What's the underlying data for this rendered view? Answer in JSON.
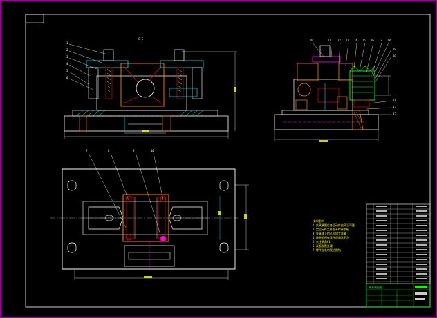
{
  "drawing": {
    "section_label": "C-C",
    "notes_title": "技术要求",
    "notes": [
      "1.夹具装配后各运动件应灵活可靠",
      "2.定位元件工作面不得有划痕",
      "3.夹具体上的孔应加工准确",
      "4.装配前所有零件须清洗干净",
      "5.未注倒角C1",
      "6.表面发黑处理",
      "7.零件去毛刺锐边倒钝"
    ],
    "title_block_name": "夹具装配图",
    "colors": {
      "background": "#000000",
      "frame": "#ff00ff",
      "outline": "#ffffff",
      "hatch": "#00ffff",
      "part": "#ff8000",
      "dimension": "#ffff00",
      "highlight": "#00ff00",
      "marker": "#ff0000"
    }
  }
}
